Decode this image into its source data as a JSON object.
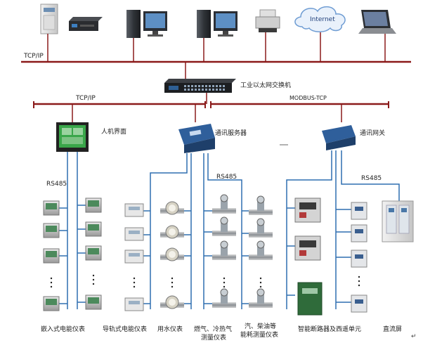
{
  "labels": {
    "tcp_ip_top": "TCP/IP",
    "tcp_ip_mid": "TCP/IP",
    "modbus_tcp": "MODBUS-TCP",
    "switch": "工业以太网交换机",
    "hmi": "人机界面",
    "comm_server": "通讯服务器",
    "comm_gateway": "通讯网关",
    "internet": "Internet",
    "rs485_left": "RS485",
    "rs485_mid": "RS485",
    "rs485_right": "RS485"
  },
  "captions": {
    "embedded_meter": "嵌入式电能仪表",
    "rail_meter": "导轨式电能仪表",
    "water_meter": "用水仪表",
    "gas_meter_line1": "燃气、冷热气",
    "gas_meter_line2": "测量仪表",
    "steam_meter_line1": "汽、柴油等",
    "steam_meter_line2": "能耗测量仪表",
    "breaker": "智能断路器及西遥单元",
    "dc_panel": "直流屏"
  },
  "colors": {
    "bus_red": "#8b1a1a",
    "link_blue": "#2f6fb0",
    "monitor_screen": "#3aa64a"
  }
}
